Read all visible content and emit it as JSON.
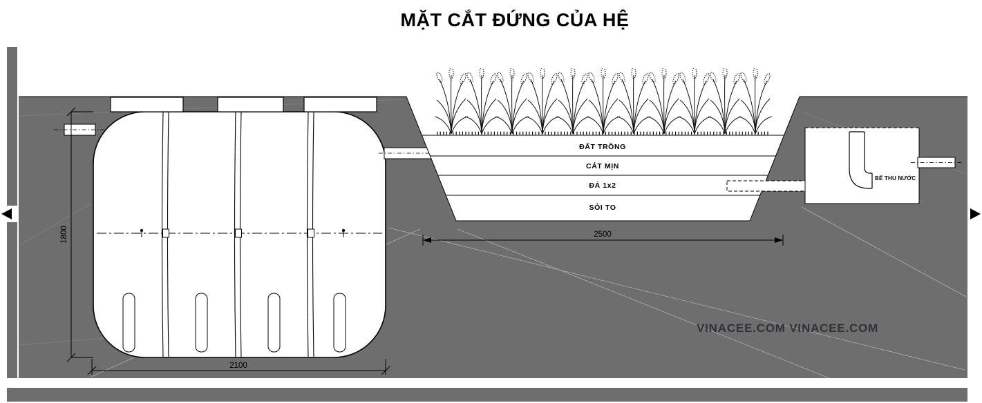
{
  "title": "MẶT CẮT ĐỨNG CỦA HỆ",
  "colors": {
    "ground": "#6e6e6e",
    "line": "#000000",
    "paper": "#ffffff",
    "watermark": "#31313a"
  },
  "bed": {
    "layers": [
      {
        "label": "ĐẤT TRỒNG"
      },
      {
        "label": "CÁT MỊN"
      },
      {
        "label": "ĐÁ 1x2"
      },
      {
        "label": "SỎI TO"
      }
    ]
  },
  "labels": {
    "collection_box": "BỂ THU NƯỚC"
  },
  "dimensions": {
    "tank_height": "1800",
    "tank_width": "2100",
    "bed_width": "2500"
  },
  "watermark": "VINACEE.COM  VINACEE.COM"
}
